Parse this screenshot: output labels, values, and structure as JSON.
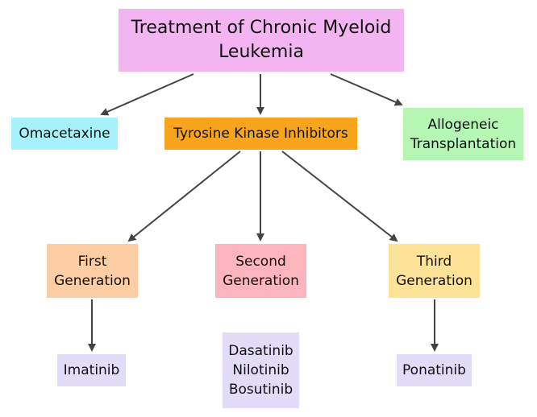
{
  "root": {
    "lines": [
      "Treatment of Chronic Myeloid",
      "Leukemia"
    ]
  },
  "level1": {
    "omacetaxine": {
      "lines": [
        "Omacetaxine"
      ]
    },
    "tki": {
      "lines": [
        "Tyrosine Kinase Inhibitors"
      ]
    },
    "allogeneic": {
      "lines": [
        "Allogeneic",
        "Transplantation"
      ]
    }
  },
  "level2": {
    "first": {
      "lines": [
        "First",
        "Generation"
      ]
    },
    "second": {
      "lines": [
        "Second",
        "Generation"
      ]
    },
    "third": {
      "lines": [
        "Third",
        "Generation"
      ]
    }
  },
  "level3": {
    "first": {
      "lines": [
        "Imatinib"
      ]
    },
    "second": {
      "lines": [
        "Dasatinib",
        "Nilotinib",
        "Bosutinib"
      ]
    },
    "third": {
      "lines": [
        "Ponatinib"
      ]
    }
  },
  "colors": {
    "root": "#f3b5f2",
    "omacetaxine": "#a6f1fb",
    "tki": "#f8a41c",
    "allogeneic": "#b5f6b5",
    "first_generation": "#fdcda3",
    "second_generation": "#fdb5bd",
    "third_generation": "#fde398",
    "drugs": "#e3dcf8",
    "arrow": "#444444"
  }
}
